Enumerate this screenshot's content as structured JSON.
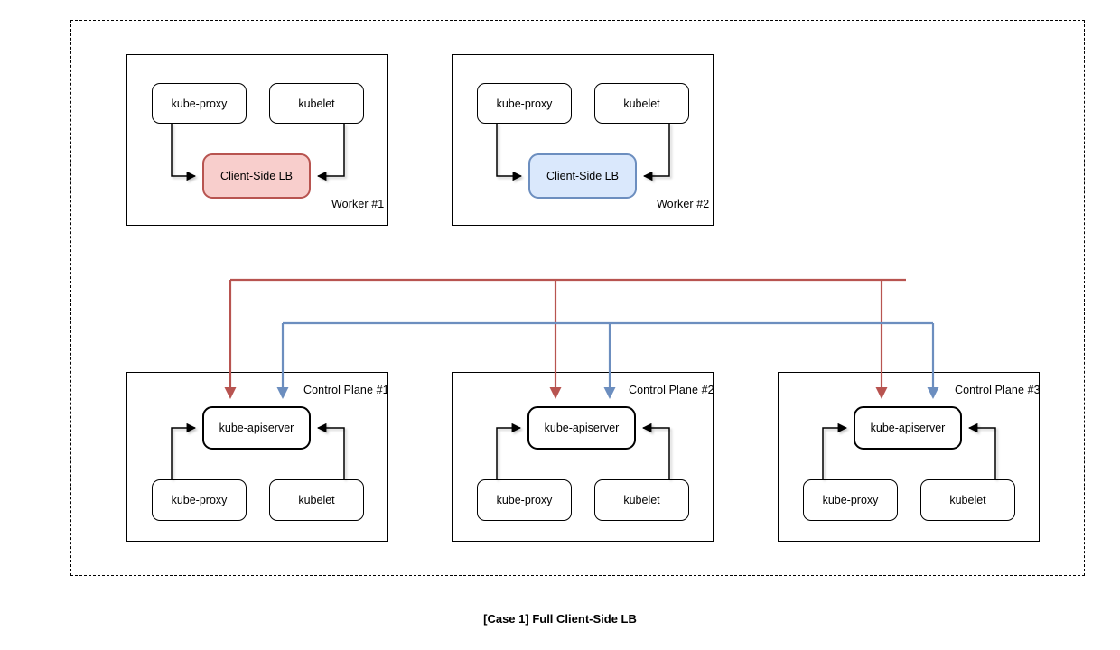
{
  "diagram": {
    "caption": "[Case 1] Full Client-Side LB",
    "colors": {
      "red_stroke": "#b85450",
      "red_fill": "#f8cecc",
      "blue_stroke": "#6c8ebf",
      "blue_fill": "#dae8fc",
      "node_stroke": "#000000",
      "background": "#ffffff"
    },
    "cluster": {
      "border_style": "dashed"
    },
    "workers": [
      {
        "label": "Worker #1",
        "accent": "red",
        "components": [
          {
            "label": "kube-proxy"
          },
          {
            "label": "kubelet"
          },
          {
            "label": "Client-Side LB"
          }
        ]
      },
      {
        "label": "Worker #2",
        "accent": "blue",
        "components": [
          {
            "label": "kube-proxy"
          },
          {
            "label": "kubelet"
          },
          {
            "label": "Client-Side LB"
          }
        ]
      }
    ],
    "control_planes": [
      {
        "label": "Control Plane #1",
        "components": [
          {
            "label": "kube-apiserver"
          },
          {
            "label": "kube-proxy"
          },
          {
            "label": "kubelet"
          }
        ]
      },
      {
        "label": "Control Plane #2",
        "components": [
          {
            "label": "kube-apiserver"
          },
          {
            "label": "kube-proxy"
          },
          {
            "label": "kubelet"
          }
        ]
      },
      {
        "label": "Control Plane #3",
        "components": [
          {
            "label": "kube-apiserver"
          },
          {
            "label": "kube-proxy"
          },
          {
            "label": "kubelet"
          }
        ]
      }
    ]
  }
}
